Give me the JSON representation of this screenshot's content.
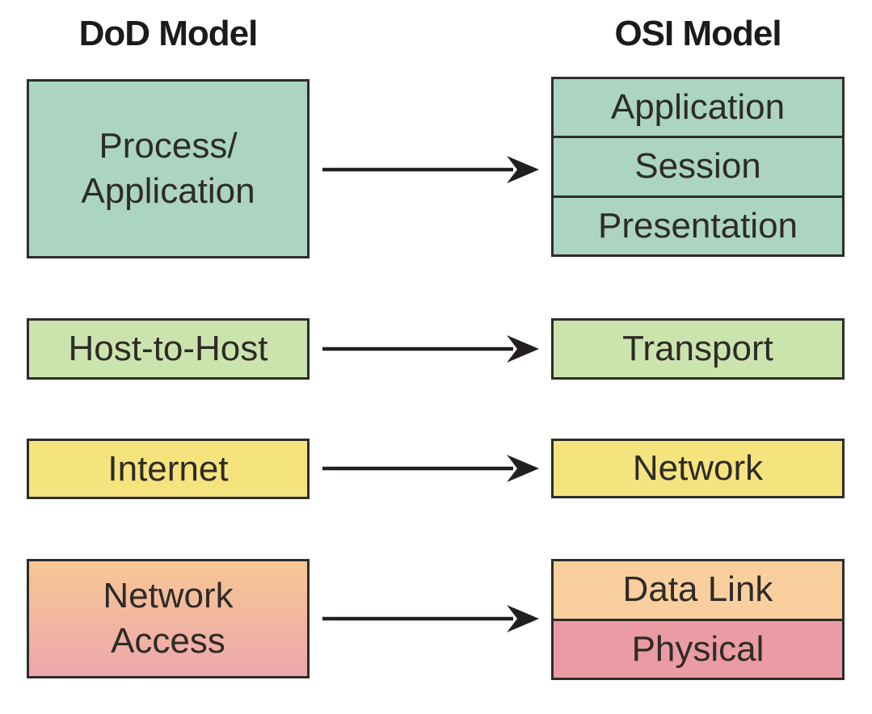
{
  "diagram": {
    "dod": {
      "title": "DoD Model",
      "layers": [
        {
          "label": "Process/\nApplication",
          "bg": "#abd5c0"
        },
        {
          "label": "Host-to-Host",
          "bg": "#cbe4ae"
        },
        {
          "label": "Internet",
          "bg": "#f5e37e"
        },
        {
          "label": "Network\nAccess",
          "bg_top": "#f7c795",
          "bg_bottom": "#eda7ac"
        }
      ]
    },
    "osi": {
      "title": "OSI Model",
      "upper_layers": [
        {
          "label": "Application",
          "bg": "#abd5c0"
        },
        {
          "label": "Session",
          "bg": "#abd5c0"
        },
        {
          "label": "Presentation",
          "bg": "#abd5c0"
        }
      ],
      "transport": {
        "label": "Transport",
        "bg": "#cbe4ae"
      },
      "network": {
        "label": "Network",
        "bg": "#f5e37e"
      },
      "lower_layers": [
        {
          "label": "Data Link",
          "bg": "#f9cf9e"
        },
        {
          "label": "Physical",
          "bg": "#eb9ba4"
        }
      ]
    },
    "colors": {
      "border": "#2e2d2b",
      "arrow": "#231f20",
      "text": "#2e2b27",
      "title_text": "#1d1a1b",
      "background": "#ffffff"
    }
  }
}
